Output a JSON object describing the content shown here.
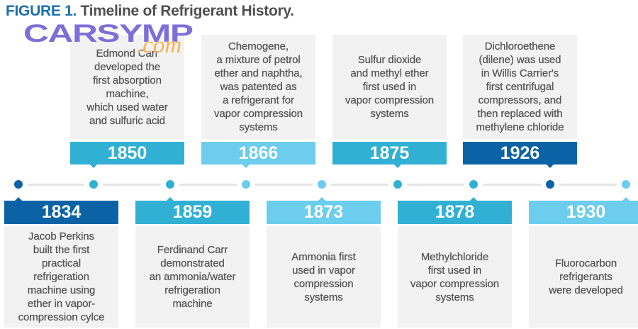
{
  "figure": {
    "label": "FIGURE 1.",
    "title": "Timeline of Refrigerant History."
  },
  "watermark": {
    "brand": "CARSYMP",
    "suffix": ".com"
  },
  "colors": {
    "dark": "#0b63a5",
    "medium": "#31b0d4",
    "light": "#6ccdec",
    "title_blue": "#1b6fae",
    "text_gray": "#555555",
    "box_gray": "#f2f2f2",
    "line_gray": "#e5e5e5",
    "watermark_purple": "#7e6fd8",
    "watermark_orange": "#f5b24e"
  },
  "timeline": {
    "events": [
      {
        "year": "1834",
        "position": "bottom",
        "tone": "dark",
        "description": "Jacob Perkins\nbuilt the first\npractical\nrefrigeration\nmachine using\nether in vapor-\ncompression cylce"
      },
      {
        "year": "1850",
        "position": "top",
        "tone": "medium",
        "description": "Edmond Carr\ndeveloped the\nfirst absorption\nmachine,\nwhich used water\nand sulfuric acid"
      },
      {
        "year": "1859",
        "position": "bottom",
        "tone": "medium",
        "description": "Ferdinand Carr\ndemonstrated\nan ammonia/water\nrefrigeration\nmachine"
      },
      {
        "year": "1866",
        "position": "top",
        "tone": "light",
        "description": "Chemogene,\na mixture of petrol\nether and naphtha,\nwas patented as\na refrigerant for\nvapor compression\nsystems"
      },
      {
        "year": "1873",
        "position": "bottom",
        "tone": "light",
        "description": "Ammonia first\nused in vapor\ncompression\nsystems"
      },
      {
        "year": "1875",
        "position": "top",
        "tone": "medium",
        "description": "Sulfur dioxide\nand methyl ether\nfirst used in\nvapor compression\nsystems"
      },
      {
        "year": "1878",
        "position": "bottom",
        "tone": "medium",
        "description": "Methylchloride\nfirst used in\nvapor compression\nsystems"
      },
      {
        "year": "1926",
        "position": "top",
        "tone": "dark",
        "description": "Dichloroethene\n(dilene) was used\nin Willis Carrier's\nfirst centrifugal\ncompressors, and\nthen replaced with\nmethylene chloride"
      },
      {
        "year": "1930",
        "position": "bottom",
        "tone": "light",
        "description": "Fluorocarbon\nrefrigerants\nwere developed"
      }
    ]
  }
}
